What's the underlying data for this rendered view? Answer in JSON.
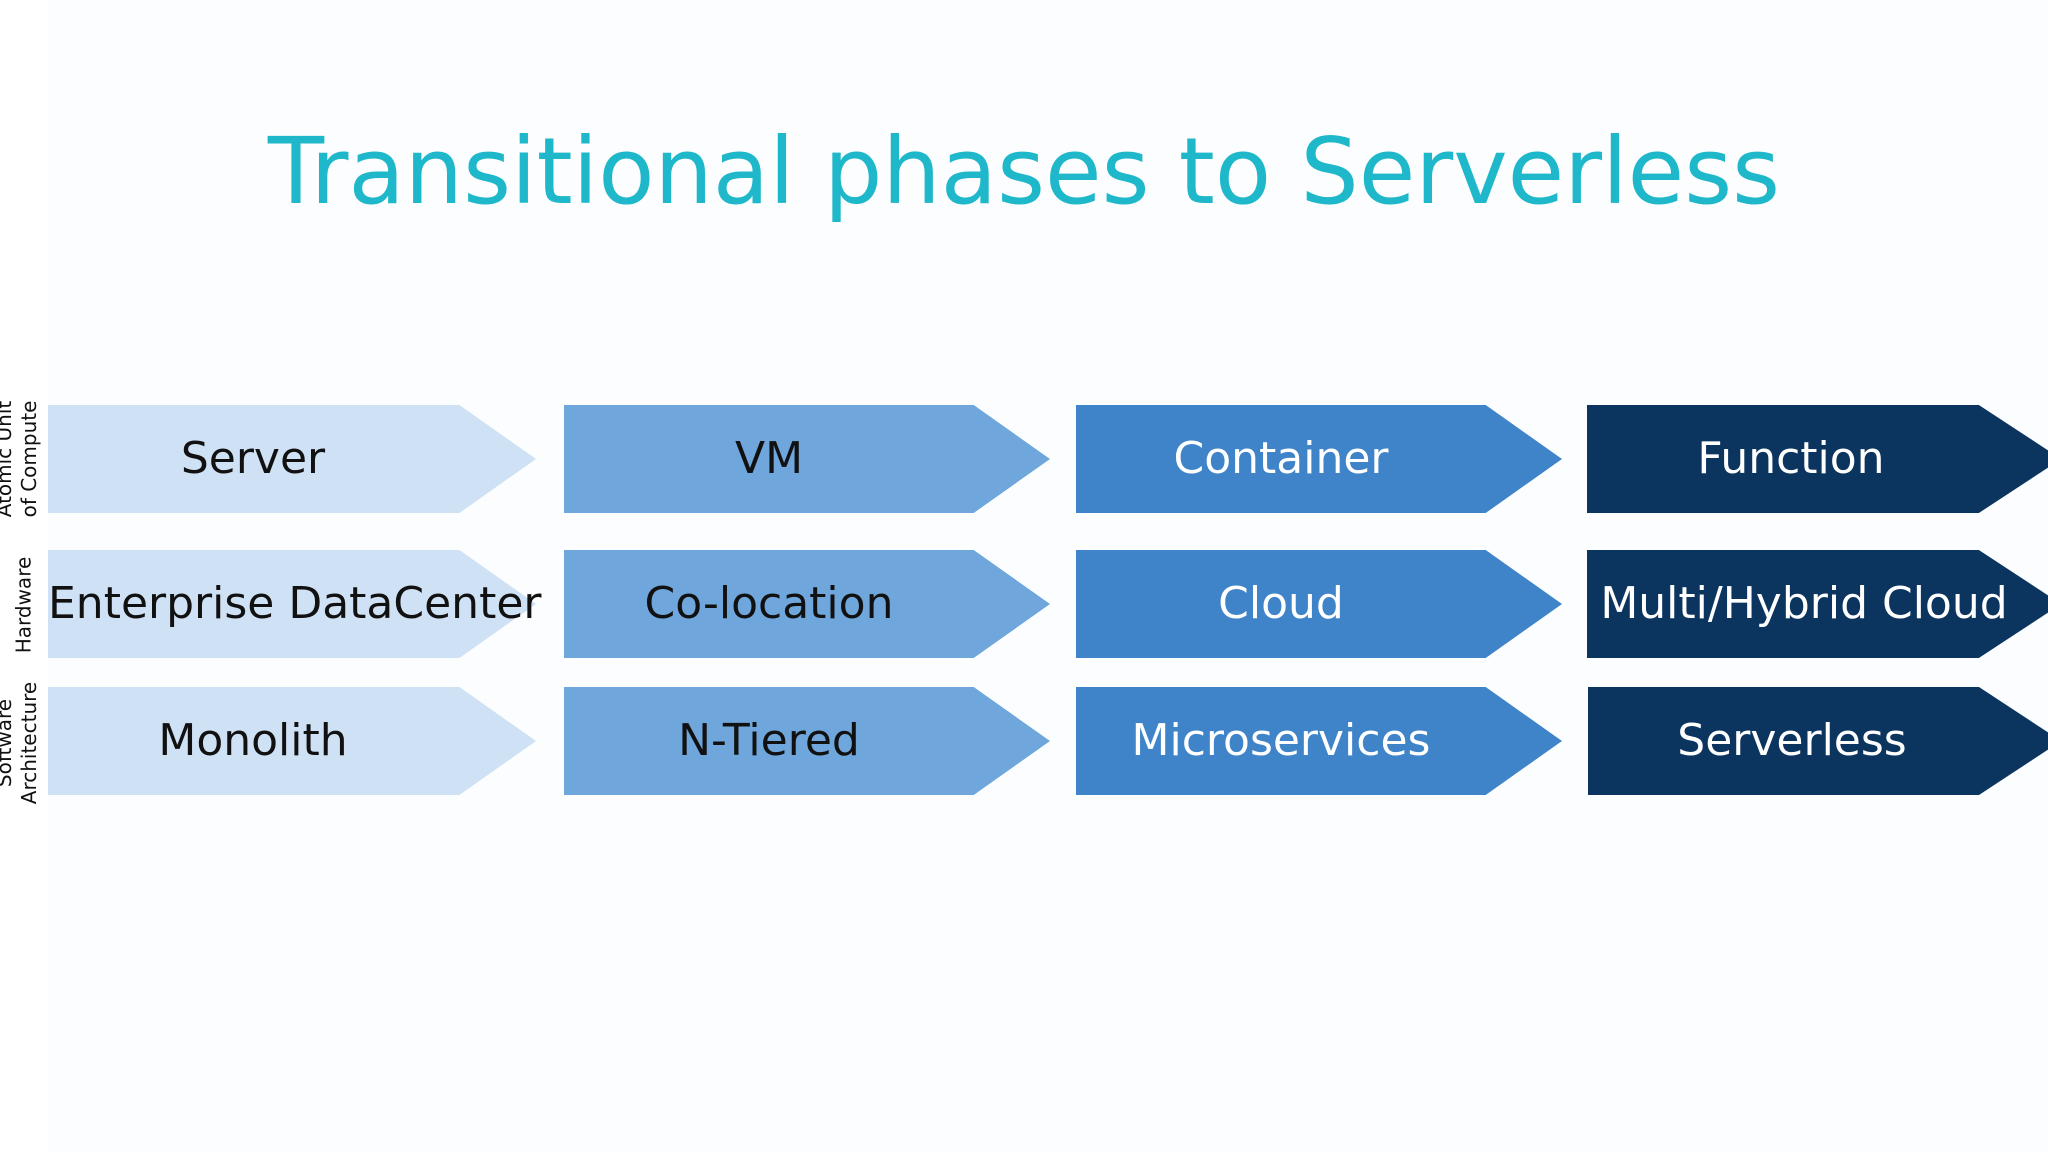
{
  "title": "Transitional phases to Serverless",
  "row_labels": [
    {
      "line1": "Atomic Unit",
      "line2": "of Compute"
    },
    {
      "line1": "Hardware",
      "line2": ""
    },
    {
      "line1": "Software",
      "line2": "Architecture"
    }
  ],
  "rows": [
    [
      "Server",
      "VM",
      "Container",
      "Function"
    ],
    [
      "Enterprise DataCenter",
      "Co-location",
      "Cloud",
      "Multi/Hybrid Cloud"
    ],
    [
      "Monolith",
      "N-Tiered",
      "Microservices",
      "Serverless"
    ]
  ],
  "colors": {
    "title": "#1fb8ca",
    "stage_1": "#cfe1f4",
    "stage_2": "#6fa6dc",
    "stage_3": "#3f84c8",
    "stage_4": "#0b345f",
    "dark_text": "#111111",
    "light_text": "#ffffff"
  }
}
